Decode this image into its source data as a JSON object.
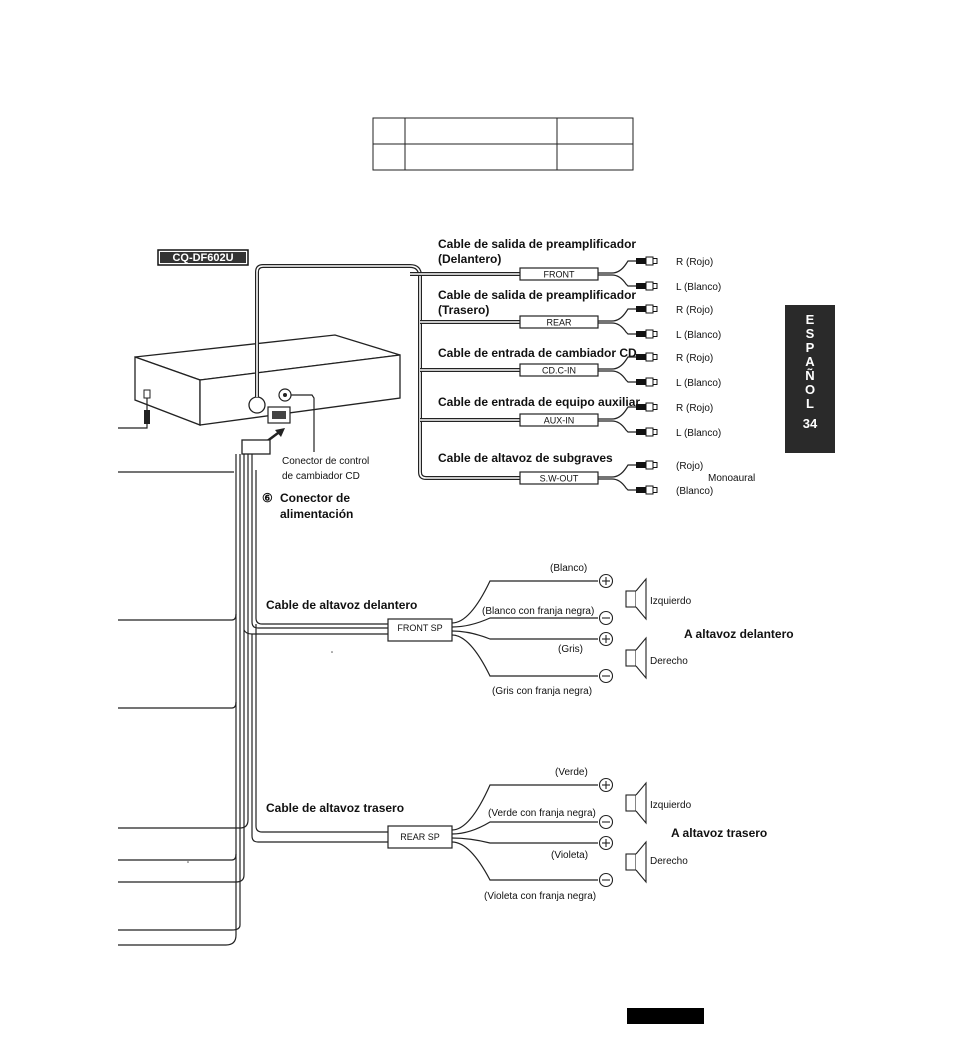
{
  "model_badge": "CQ-DF602U",
  "language_tab": {
    "letters": [
      "E",
      "S",
      "P",
      "A",
      "Ñ",
      "O",
      "L"
    ],
    "page": "34"
  },
  "unit": {
    "cd_control_label_1": "Conector de control",
    "cd_control_label_2": "de cambiador CD",
    "power_number": "⑥",
    "power_label_1": "Conector de",
    "power_label_2": "alimentación"
  },
  "rca_groups": [
    {
      "head1": "Cable de salida de preamplificador",
      "head2": "(Delantero)",
      "box": "FRONT",
      "r": "R (Rojo)",
      "l": "L (Blanco)"
    },
    {
      "head1": "Cable de salida de preamplificador",
      "head2": "(Trasero)",
      "box": "REAR",
      "r": "R (Rojo)",
      "l": "L (Blanco)"
    },
    {
      "head1": "Cable de entrada de cambiador CD",
      "head2": "",
      "box": "CD.C-IN",
      "r": "R (Rojo)",
      "l": "L (Blanco)"
    },
    {
      "head1": "Cable de entrada de equipo auxiliar",
      "head2": "",
      "box": "AUX-IN",
      "r": "R (Rojo)",
      "l": "L (Blanco)"
    },
    {
      "head1": "Cable de altavoz de subgraves",
      "head2": "",
      "box": "S.W-OUT",
      "r": "(Rojo)",
      "l": "(Blanco)",
      "mono": "Monoaural"
    }
  ],
  "front_speakers": {
    "head": "Cable de altavoz delantero",
    "box": "FRONT SP",
    "w1": "(Blanco)",
    "w2": "(Blanco con franja negra)",
    "w3": "(Gris)",
    "w4": "(Gris con franja negra)",
    "left": "Izquierdo",
    "right": "Derecho",
    "target": "A altavoz delantero"
  },
  "rear_speakers": {
    "head": "Cable de altavoz trasero",
    "box": "REAR SP",
    "w1": "(Verde)",
    "w2": "(Verde con franja negra)",
    "w3": "(Violeta)",
    "w4": "(Violeta con franja negra)",
    "left": "Izquierdo",
    "right": "Derecho",
    "target": "A altavoz trasero"
  },
  "symbols": {
    "plus": "⊕",
    "minus": "⊖"
  }
}
